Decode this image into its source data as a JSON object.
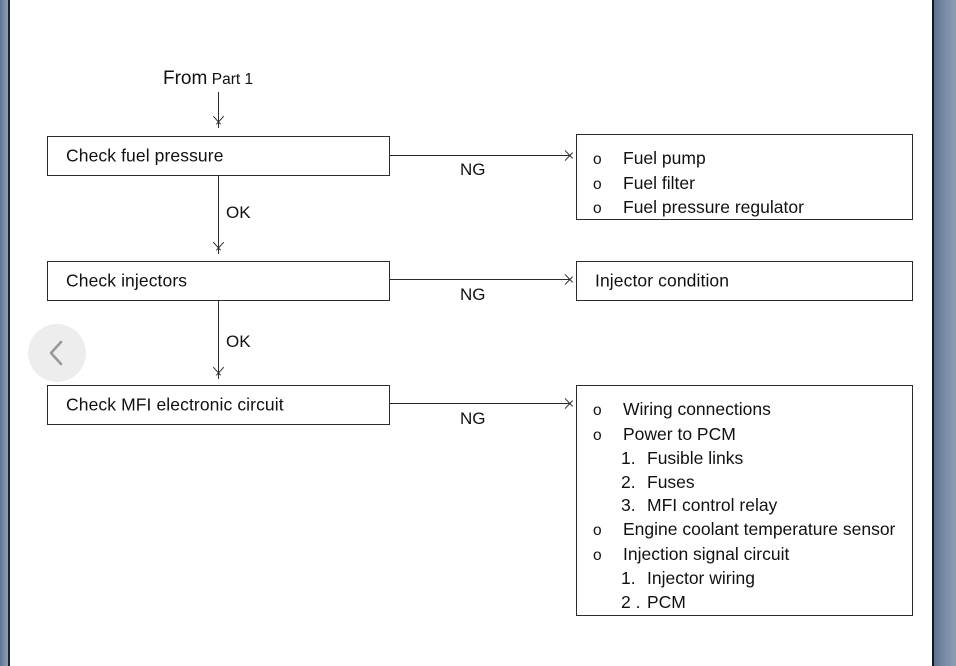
{
  "viewer": {
    "background_color": "#7b8ea8",
    "page_color": "#ffffff",
    "nav": {
      "prev_icon": "chevron-left-icon",
      "prev_label": "Previous page",
      "circle_color": "#ececec",
      "chevron_color": "#8f8f8f"
    }
  },
  "diagram": {
    "type": "flowchart",
    "ink_color": "#2b2b2b",
    "entry": {
      "prefix": "From",
      "reference": "Part 1"
    },
    "steps": [
      {
        "id": "check-fuel-pressure",
        "label": "Check fuel pressure",
        "pass_label": "OK",
        "fail_label": "NG",
        "fail_target": "fuel-pressure-causes"
      },
      {
        "id": "check-injectors",
        "label": "Check injectors",
        "pass_label": "OK",
        "fail_label": "NG",
        "fail_target": "injector-causes"
      },
      {
        "id": "check-mfi-electronic-circuit",
        "label": "Check MFI electronic circuit",
        "fail_label": "NG",
        "fail_target": "mfi-circuit-causes"
      }
    ],
    "outcomes": [
      {
        "id": "fuel-pressure-causes",
        "items": [
          {
            "mark": "o",
            "text": "Fuel pump",
            "level": 0
          },
          {
            "mark": "o",
            "text": "Fuel filter",
            "level": 0
          },
          {
            "mark": "o",
            "text": "Fuel pressure regulator",
            "level": 0
          }
        ]
      },
      {
        "id": "injector-causes",
        "plain_text": "Injector condition",
        "items": []
      },
      {
        "id": "mfi-circuit-causes",
        "items": [
          {
            "mark": "o",
            "text": "Wiring connections",
            "level": 0
          },
          {
            "mark": "o",
            "text": "Power to PCM",
            "level": 0
          },
          {
            "mark": "1.",
            "text": "Fusible links",
            "level": 1
          },
          {
            "mark": "2.",
            "text": "Fuses",
            "level": 1
          },
          {
            "mark": "3.",
            "text": "MFI control relay",
            "level": 1
          },
          {
            "mark": "o",
            "text": "Engine coolant temperature sensor",
            "level": 0
          },
          {
            "mark": "o",
            "text": "Injection signal circuit",
            "level": 0
          },
          {
            "mark": "1.",
            "text": "Injector wiring",
            "level": 1
          },
          {
            "mark": "2 .",
            "text": "PCM",
            "level": 1
          }
        ]
      }
    ]
  }
}
